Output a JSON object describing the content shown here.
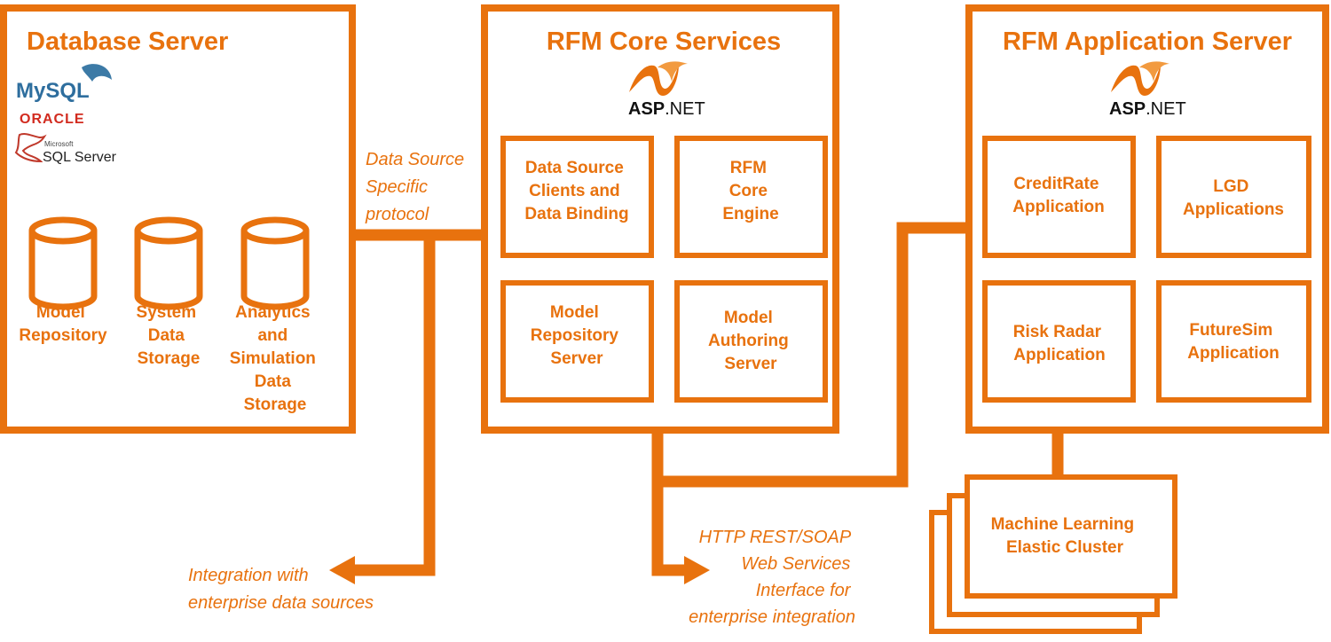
{
  "colors": {
    "accent": "#E8720E",
    "text_dark": "#111111",
    "background": "#ffffff"
  },
  "database_server": {
    "title": "Database Server",
    "logos": [
      "mysql-logo",
      "oracle-logo",
      "sql-server-logo"
    ],
    "logo_text": {
      "mysql": "MySQL",
      "oracle": "ORACLE",
      "sqlserver_small": "Microsoft",
      "sqlserver": "SQL Server"
    },
    "stores": [
      {
        "lines": [
          "Model",
          "Repository"
        ]
      },
      {
        "lines": [
          "System",
          "Data",
          "Storage"
        ]
      },
      {
        "lines": [
          "Analytics",
          "and",
          "Simulation",
          "Data",
          "Storage"
        ]
      }
    ]
  },
  "core_services": {
    "title": "RFM Core Services",
    "asp": {
      "bold": "ASP",
      "rest": ".NET"
    },
    "modules": [
      {
        "lines": [
          "Data Source",
          "Clients and",
          "Data Binding"
        ]
      },
      {
        "lines": [
          "RFM",
          "Core",
          "Engine"
        ]
      },
      {
        "lines": [
          "Model",
          "Repository",
          "Server"
        ]
      },
      {
        "lines": [
          "Model",
          "Authoring",
          "Server"
        ]
      }
    ]
  },
  "app_server": {
    "title": "RFM Application Server",
    "asp": {
      "bold": "ASP",
      "rest": ".NET"
    },
    "apps": [
      {
        "lines": [
          "CreditRate",
          "Application"
        ]
      },
      {
        "lines": [
          "LGD",
          "Applications"
        ]
      },
      {
        "lines": [
          "Risk Radar",
          "Application"
        ]
      },
      {
        "lines": [
          "FutureSim",
          "Application"
        ]
      }
    ]
  },
  "ml_cluster": {
    "lines": [
      "Machine Learning",
      "Elastic Cluster"
    ]
  },
  "notes": {
    "protocol": [
      "Data Source",
      "Specific",
      "protocol"
    ],
    "integration": [
      "Integration with",
      "enterprise data sources"
    ],
    "web_services": [
      "HTTP REST/SOAP",
      "Web Services",
      "Interface for",
      "enterprise integration"
    ]
  }
}
